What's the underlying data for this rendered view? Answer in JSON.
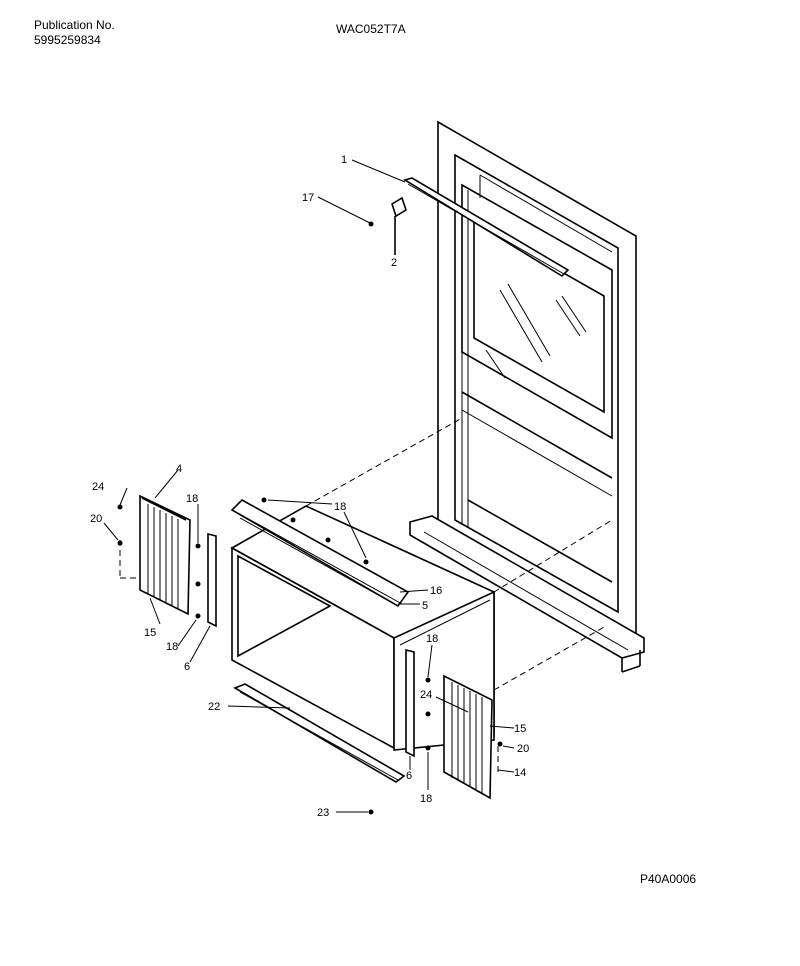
{
  "header": {
    "publication_label": "Publication No.",
    "publication_number": "5995259834",
    "model": "WAC052T7A"
  },
  "footer": {
    "drawing_code": "P40A0006"
  },
  "callouts": {
    "c1": "1",
    "c17": "17",
    "c2": "2",
    "c4": "4",
    "c24a": "24",
    "c20a": "20",
    "c18a": "18",
    "c15a": "15",
    "c18b": "18",
    "c6a": "6",
    "c18c": "18",
    "c16": "16",
    "c5": "5",
    "c18d": "18",
    "c24b": "24",
    "c15b": "15",
    "c20b": "20",
    "c14": "14",
    "c6b": "6",
    "c18e": "18",
    "c22": "22",
    "c23": "23"
  }
}
